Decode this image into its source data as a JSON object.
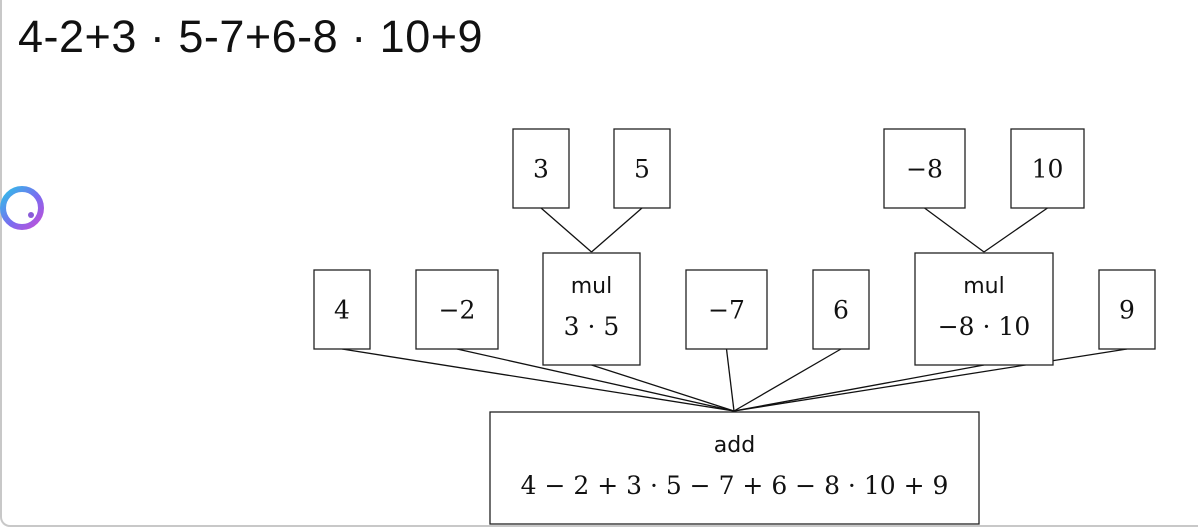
{
  "expression": "4-2+3 · 5-7+6-8 · 10+9",
  "loader_icon": "circular-loading-spinner-icon",
  "tree": {
    "root": {
      "id": "add",
      "label": "add",
      "value": "4 − 2 + 3 · 5 − 7 + 6 − 8 · 10 + 9"
    },
    "children": [
      {
        "id": "n4",
        "value": "4"
      },
      {
        "id": "nm2",
        "value": "−2"
      },
      {
        "id": "mul1",
        "label": "mul",
        "value": "3 · 5",
        "children": [
          {
            "id": "n3",
            "value": "3"
          },
          {
            "id": "n5",
            "value": "5"
          }
        ]
      },
      {
        "id": "nm7",
        "value": "−7"
      },
      {
        "id": "n6",
        "value": "6"
      },
      {
        "id": "mul2",
        "label": "mul",
        "value": "−8 · 10",
        "children": [
          {
            "id": "nm8",
            "value": "−8"
          },
          {
            "id": "n10",
            "value": "10"
          }
        ]
      },
      {
        "id": "n9",
        "value": "9"
      }
    ]
  }
}
